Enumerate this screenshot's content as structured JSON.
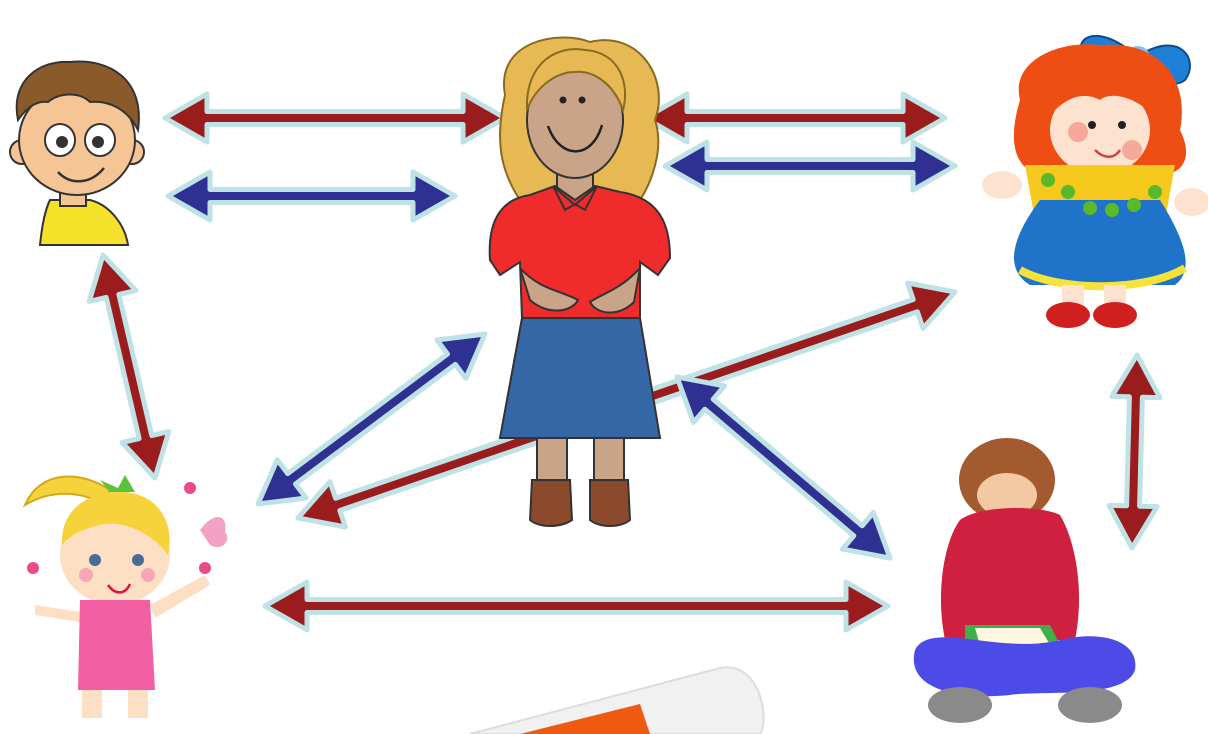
{
  "diagram": {
    "type": "relationship-diagram",
    "nodes": [
      {
        "id": "teacher",
        "icon": "woman-teacher-icon",
        "role": "center"
      },
      {
        "id": "boy",
        "icon": "boy-face-icon"
      },
      {
        "id": "doll",
        "icon": "rag-doll-icon"
      },
      {
        "id": "girl",
        "icon": "girl-with-pigtail-icon"
      },
      {
        "id": "reading-child",
        "icon": "child-reading-book-icon"
      }
    ],
    "links": [
      {
        "from": "teacher",
        "to": "boy",
        "color": "red"
      },
      {
        "from": "teacher",
        "to": "doll",
        "color": "red"
      },
      {
        "from": "boy",
        "to": "teacher",
        "color": "blue"
      },
      {
        "from": "teacher",
        "to": "doll",
        "color": "blue"
      },
      {
        "from": "boy",
        "to": "girl",
        "color": "red"
      },
      {
        "from": "teacher",
        "to": "girl",
        "color": "blue"
      },
      {
        "from": "girl",
        "to": "doll",
        "color": "red"
      },
      {
        "from": "teacher",
        "to": "reading-child",
        "color": "blue"
      },
      {
        "from": "doll",
        "to": "reading-child",
        "color": "red"
      },
      {
        "from": "girl",
        "to": "reading-child",
        "color": "red"
      }
    ],
    "colors": {
      "red_arrow": "#9b1c1c",
      "blue_arrow": "#2e3192",
      "arrow_outline": "#bfe2e6"
    }
  }
}
